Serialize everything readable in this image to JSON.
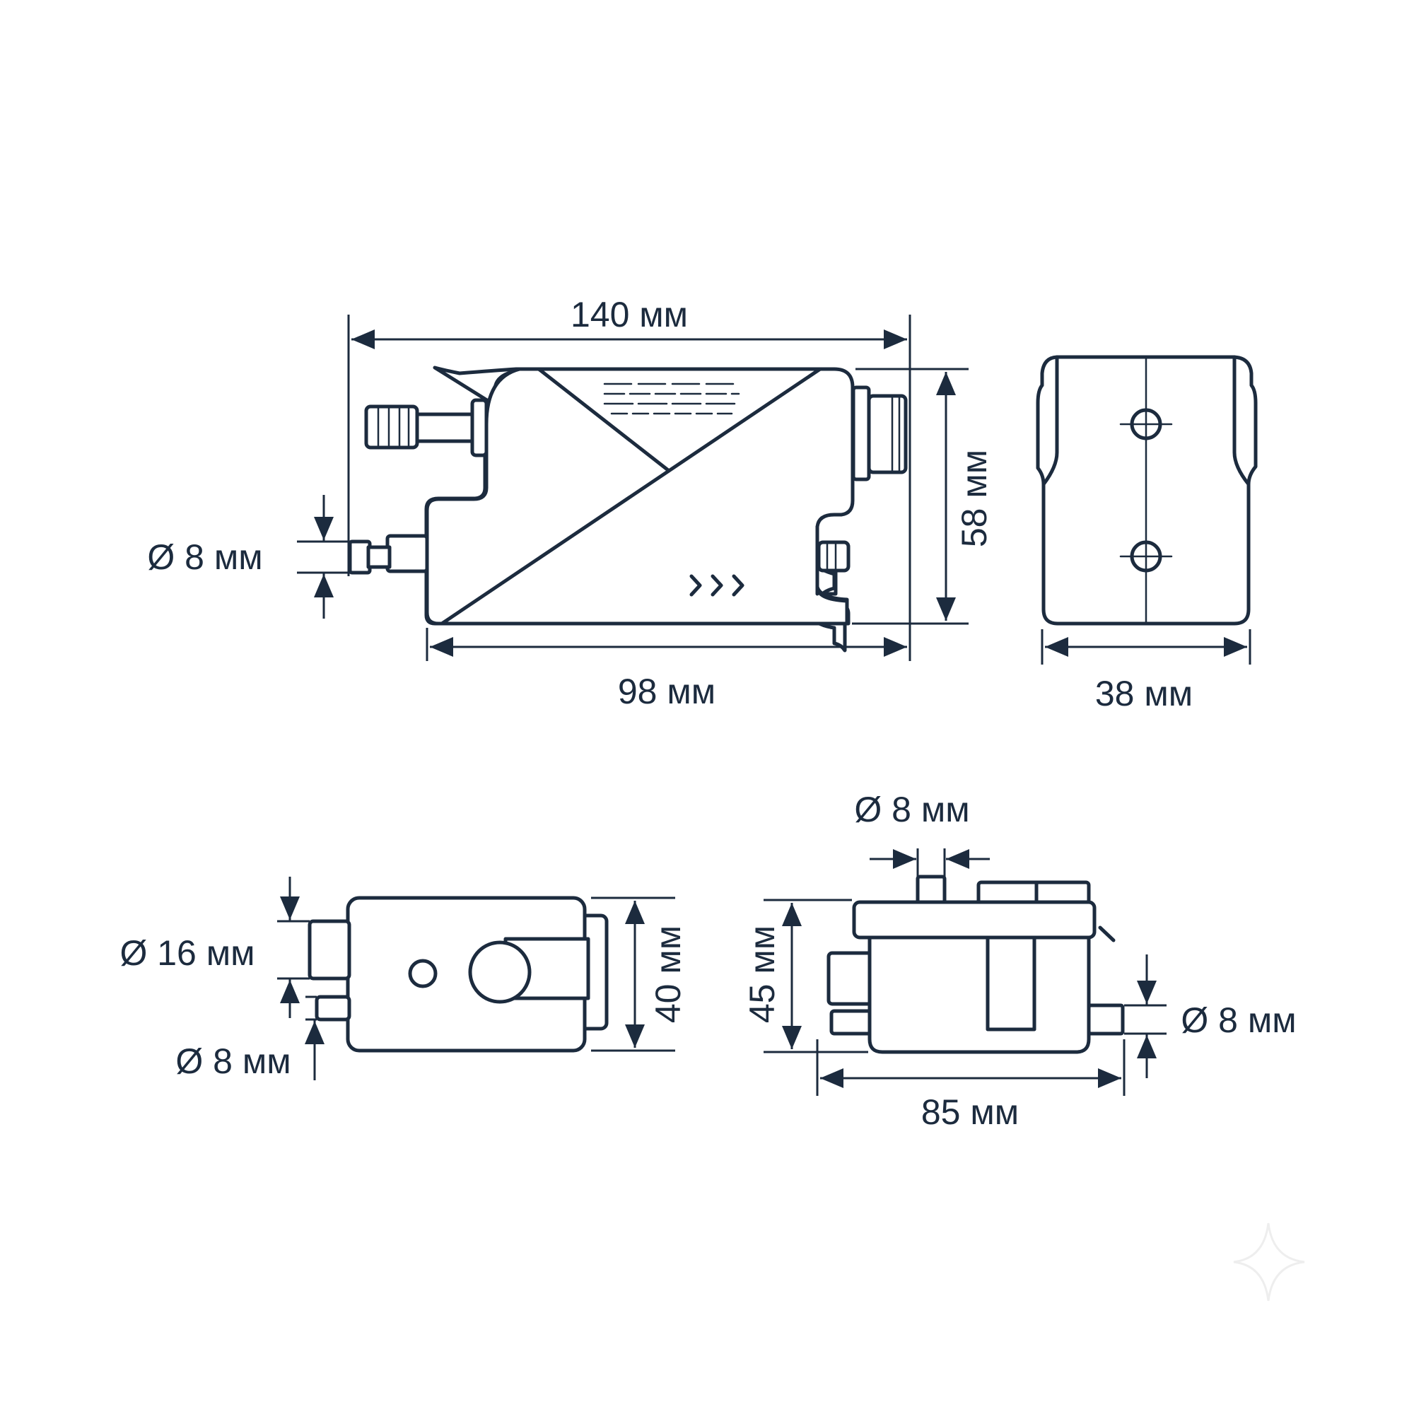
{
  "colors": {
    "ink": "#1c2b3e",
    "background": "#ffffff"
  },
  "dimensions": {
    "side_total_length": "140 мм",
    "side_body_length": "98 мм",
    "side_height": "58 мм",
    "side_inlet_diameter": "Ø 8 мм",
    "end_width": "38 мм",
    "top_height": "40 мм",
    "top_large_inlet_diameter": "Ø 16 мм",
    "top_small_inlet_diameter": "Ø 8 мм",
    "front_width": "85 мм",
    "front_height": "45 мм",
    "front_top_outlet_diameter": "Ø 8 мм",
    "front_right_outlet_diameter": "Ø 8 мм"
  }
}
